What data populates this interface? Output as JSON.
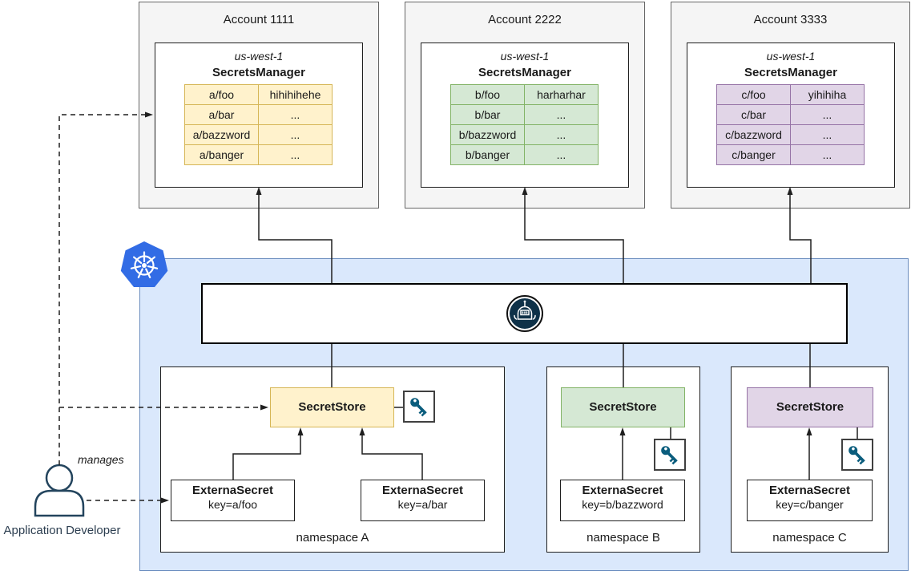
{
  "accounts": [
    {
      "title": "Account 1111",
      "region": "us-west-1",
      "service": "SecretsManager",
      "theme_fill": "#fff2cc",
      "theme_border": "#d6b656",
      "rows": [
        {
          "key": "a/foo",
          "value": "hihihihehe"
        },
        {
          "key": "a/bar",
          "value": "..."
        },
        {
          "key": "a/bazzword",
          "value": "..."
        },
        {
          "key": "a/banger",
          "value": "..."
        }
      ]
    },
    {
      "title": "Account 2222",
      "region": "us-west-1",
      "service": "SecretsManager",
      "theme_fill": "#d5e8d4",
      "theme_border": "#82b366",
      "rows": [
        {
          "key": "b/foo",
          "value": "harharhar"
        },
        {
          "key": "b/bar",
          "value": "..."
        },
        {
          "key": "b/bazzword",
          "value": "..."
        },
        {
          "key": "b/banger",
          "value": "..."
        }
      ]
    },
    {
      "title": "Account 3333",
      "region": "us-west-1",
      "service": "SecretsManager",
      "theme_fill": "#e1d5e7",
      "theme_border": "#9673a6",
      "rows": [
        {
          "key": "c/foo",
          "value": "yihihiha"
        },
        {
          "key": "c/bar",
          "value": "..."
        },
        {
          "key": "c/bazzword",
          "value": "..."
        },
        {
          "key": "c/banger",
          "value": "..."
        }
      ]
    }
  ],
  "cluster": {
    "kubernetes_icon": "kubernetes-logo",
    "operator_icon": "external-secrets-operator-logo",
    "namespaces": [
      {
        "label": "namespace A",
        "secret_store_label": "SecretStore",
        "theme_fill": "#fff2cc",
        "theme_border": "#d6b656",
        "external_secrets": [
          {
            "title": "ExternaSecret",
            "key": "key=a/foo"
          },
          {
            "title": "ExternaSecret",
            "key": "key=a/bar"
          }
        ]
      },
      {
        "label": "namespace B",
        "secret_store_label": "SecretStore",
        "theme_fill": "#d5e8d4",
        "theme_border": "#82b366",
        "external_secrets": [
          {
            "title": "ExternaSecret",
            "key": "key=b/bazzword"
          }
        ]
      },
      {
        "label": "namespace C",
        "secret_store_label": "SecretStore",
        "theme_fill": "#e1d5e7",
        "theme_border": "#9673a6",
        "external_secrets": [
          {
            "title": "ExternaSecret",
            "key": "key=c/banger"
          }
        ]
      }
    ]
  },
  "actor": {
    "label": "Application Developer",
    "edge_label": "manages"
  },
  "colors": {
    "cluster_fill": "#dae8fc",
    "cluster_border": "#6c8ebf",
    "account_fill": "#f5f5f5",
    "account_border": "#666666",
    "kubernetes_blue": "#326ce5",
    "key_icon": "#0b5d7d",
    "operator_disc": "#0e3148",
    "connector": "#1f1f1f"
  }
}
